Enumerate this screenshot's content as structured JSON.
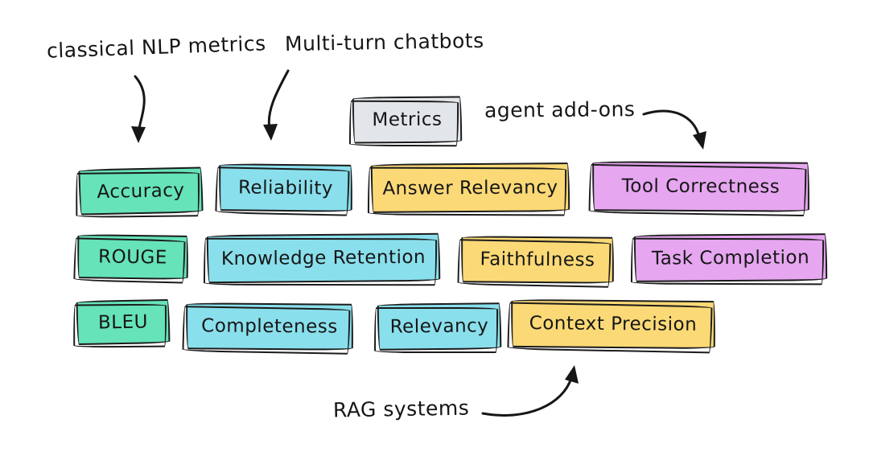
{
  "title_box": {
    "label": "Metrics"
  },
  "annotations": {
    "classical_nlp": "classical NLP metrics",
    "multi_turn": "Multi-turn chatbots",
    "agent_addons": "agent add-ons",
    "rag_systems": "RAG systems"
  },
  "colors": {
    "classical_nlp_green": "#66e3b8",
    "multi_turn_cyan": "#8adfec",
    "rag_yellow": "#fbd976",
    "agent_purple": "#e6a6f0",
    "neutral_gray": "#e2e5e9",
    "ink": "#161616",
    "background": "#ffffff"
  },
  "boxes": [
    {
      "label": "Accuracy",
      "category": "classical NLP metrics"
    },
    {
      "label": "Reliability",
      "category": "Multi-turn chatbots"
    },
    {
      "label": "Answer Relevancy",
      "category": "RAG systems"
    },
    {
      "label": "Tool Correctness",
      "category": "agent add-ons"
    },
    {
      "label": "ROUGE",
      "category": "classical NLP metrics"
    },
    {
      "label": "Knowledge Retention",
      "category": "Multi-turn chatbots"
    },
    {
      "label": "Faithfulness",
      "category": "RAG systems"
    },
    {
      "label": "Task Completion",
      "category": "agent add-ons"
    },
    {
      "label": "BLEU",
      "category": "classical NLP metrics"
    },
    {
      "label": "Completeness",
      "category": "Multi-turn chatbots"
    },
    {
      "label": "Relevancy",
      "category": "Multi-turn chatbots"
    },
    {
      "label": "Context Precision",
      "category": "RAG systems"
    }
  ]
}
